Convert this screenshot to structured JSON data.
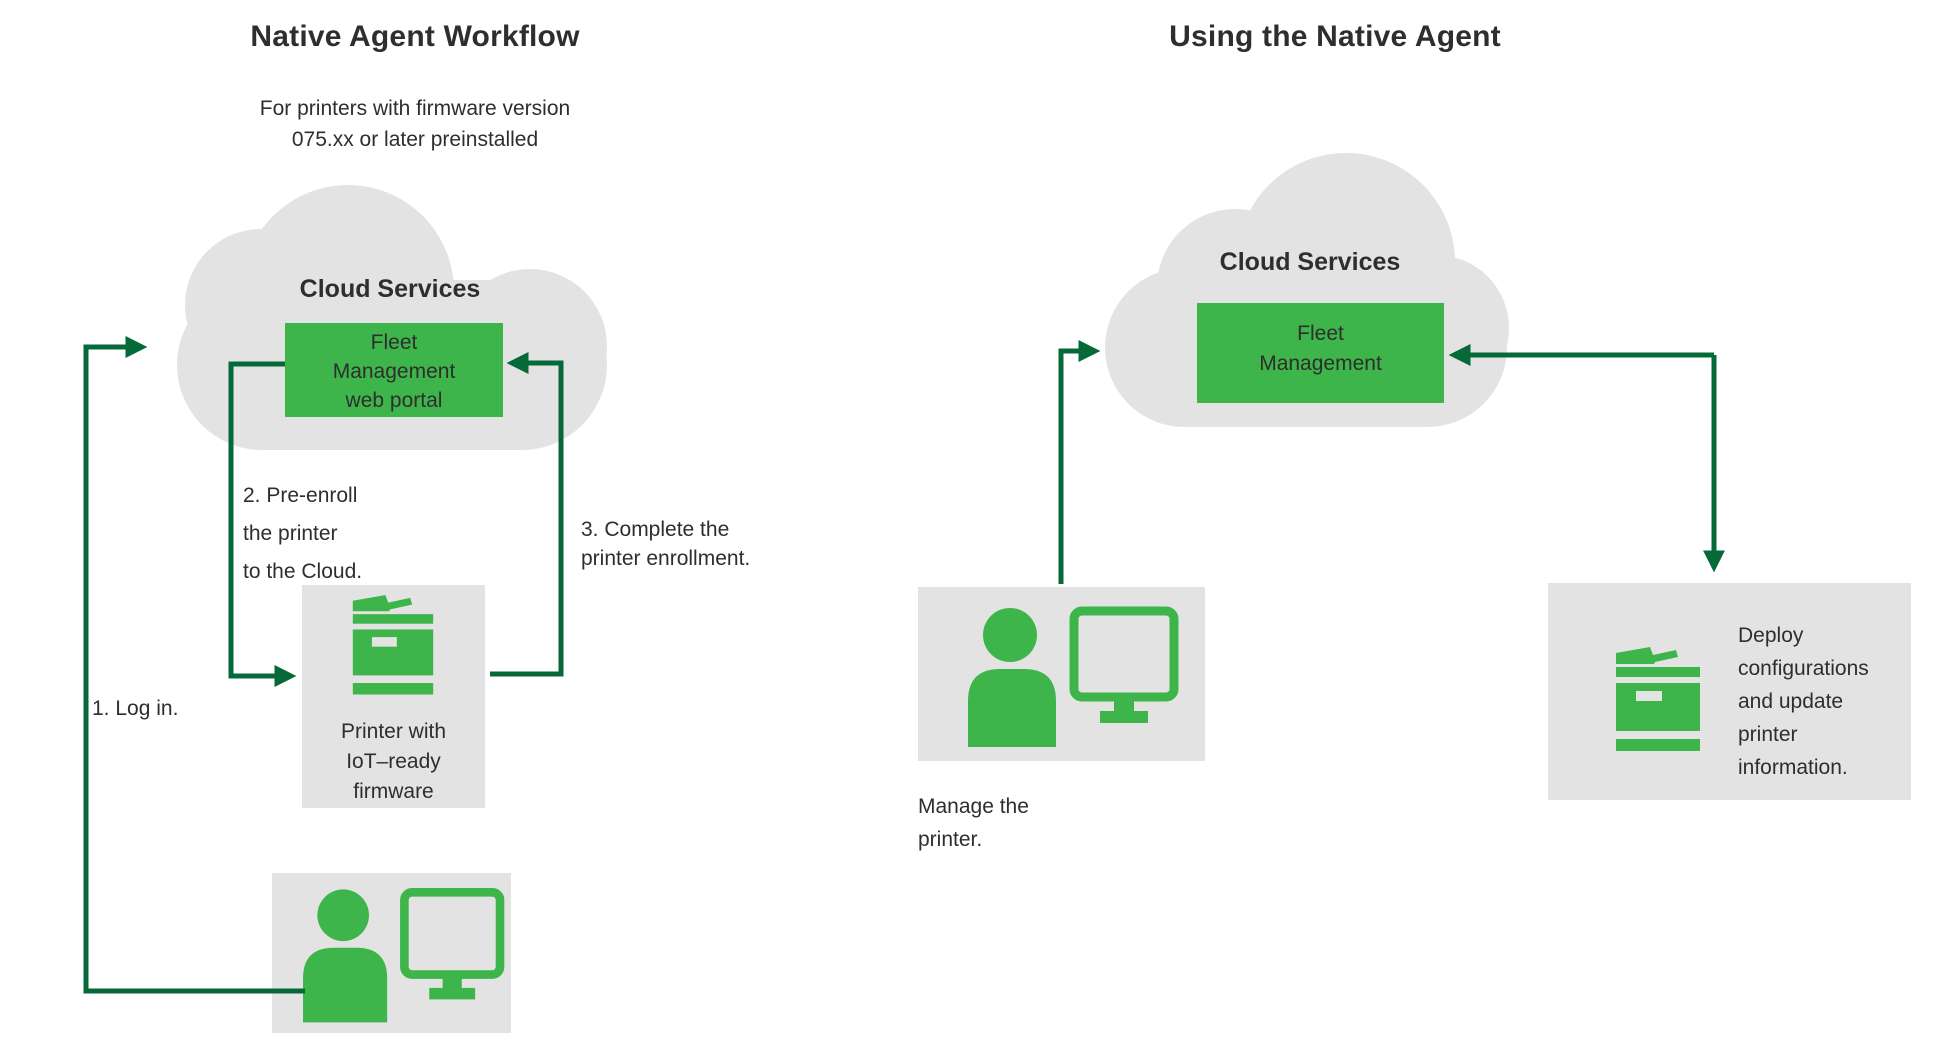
{
  "colors": {
    "accent_green": "#3DB54A",
    "arrow_green": "#056938",
    "shape_gray": "#E3E3E3",
    "text_dark": "#2E2E2E",
    "background": "#FFFFFF"
  },
  "icons": {
    "cloud": "cloud-shape",
    "printer": "printer-icon",
    "person_computer": "person-computer-icon",
    "arrows": "elbow-arrow"
  },
  "left_diagram": {
    "title": "Native Agent Workflow",
    "subtitle_lines": [
      "For printers with firmware version",
      "075.xx or later preinstalled"
    ],
    "cloud_label": "Cloud Services",
    "fleet_box_lines": [
      "Fleet",
      "Management",
      "web portal"
    ],
    "step_1_label": "1. Log in.",
    "step_2_lines": [
      "2. Pre-enroll",
      "the printer",
      "to the Cloud."
    ],
    "step_3_lines": [
      "3. Complete the",
      "printer enrollment."
    ],
    "printer_caption_lines": [
      "Printer with",
      "IoT–ready",
      "firmware"
    ]
  },
  "right_diagram": {
    "title": "Using the Native Agent",
    "cloud_label": "Cloud Services",
    "fleet_box_lines": [
      "Fleet",
      "Management"
    ],
    "manage_caption_lines": [
      "Manage the",
      "printer."
    ],
    "deploy_caption_lines": [
      "Deploy",
      "configurations",
      "and update",
      "printer",
      "information."
    ]
  }
}
